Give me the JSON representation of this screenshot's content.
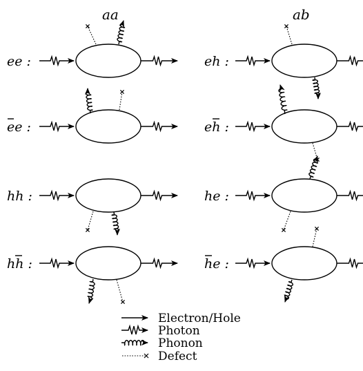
{
  "columns": {
    "left": "aa",
    "right": "ab"
  },
  "rows": [
    {
      "id": "ee",
      "base": "ee",
      "bar": "",
      "suffix": " :"
    },
    {
      "id": "ab1",
      "base": "eh",
      "bar": "",
      "suffix": " :"
    },
    {
      "id": "ebe",
      "base": "ee",
      "bar": "e1",
      "suffix": " :"
    },
    {
      "id": "ebh",
      "base": "eh",
      "bar": "h2",
      "suffix": " :"
    },
    {
      "id": "hh",
      "base": "hh",
      "bar": "",
      "suffix": " :"
    },
    {
      "id": "he",
      "base": "he",
      "bar": "",
      "suffix": " :"
    },
    {
      "id": "hbh",
      "base": "hh",
      "bar": "h2",
      "suffix": " :"
    },
    {
      "id": "hbe",
      "base": "he",
      "bar": "h1",
      "suffix": " :"
    }
  ],
  "legend": [
    {
      "icon": "electron-hole-arrow-icon",
      "label": "Electron/Hole"
    },
    {
      "icon": "photon-zigzag-arrow-icon",
      "label": "Photon"
    },
    {
      "icon": "phonon-coil-arrow-icon",
      "label": "Phonon"
    },
    {
      "icon": "defect-dotted-cross-icon",
      "label": "Defect"
    }
  ],
  "colors": {
    "ink": "#000000",
    "background": "#ffffff"
  }
}
